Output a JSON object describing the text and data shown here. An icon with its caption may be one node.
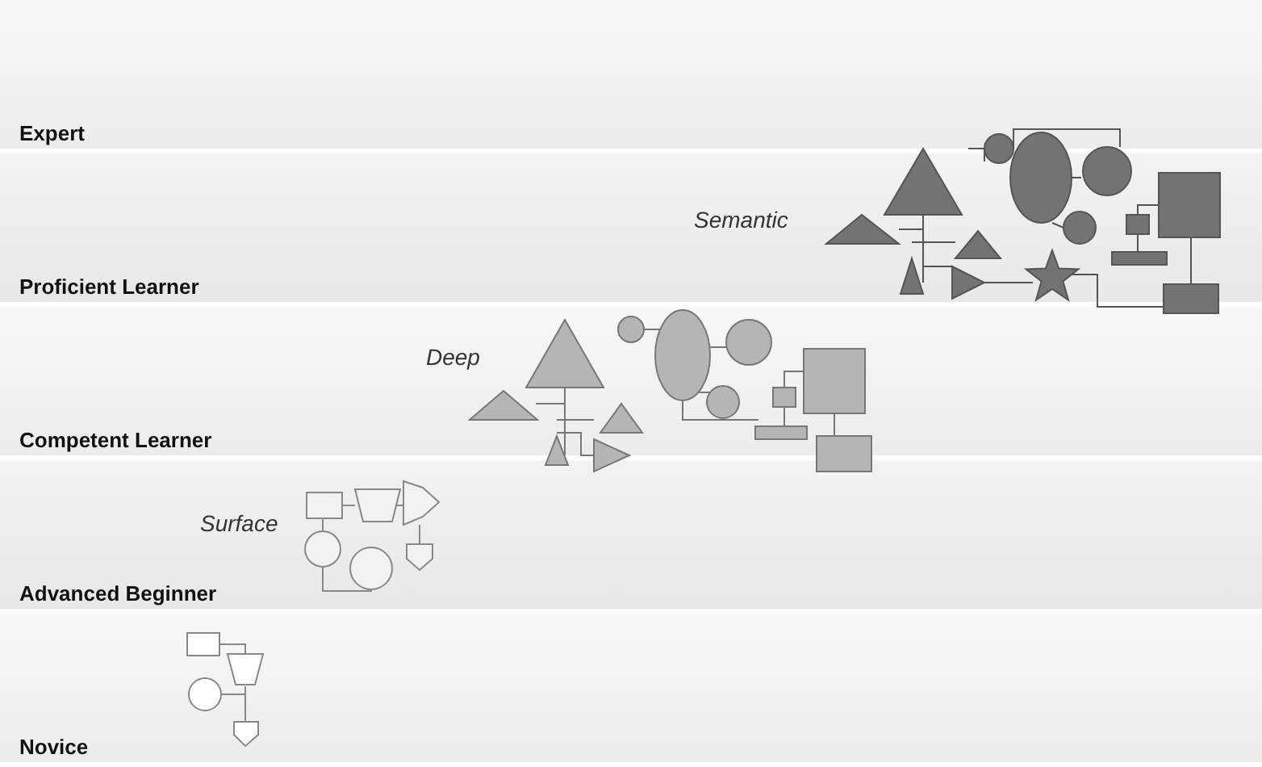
{
  "diagram": {
    "nodes": [
      {
        "text": [
          "Expert"
        ]
      },
      {
        "text": [
          "Proficient Learner"
        ]
      },
      {
        "text": [
          "Competent Learner"
        ]
      },
      {
        "text": [
          "Advanced Beginner"
        ]
      },
      {
        "text": [
          "Novice"
        ]
      }
    ],
    "labels": [
      "Semantic",
      "Deep",
      "Surface"
    ]
  }
}
